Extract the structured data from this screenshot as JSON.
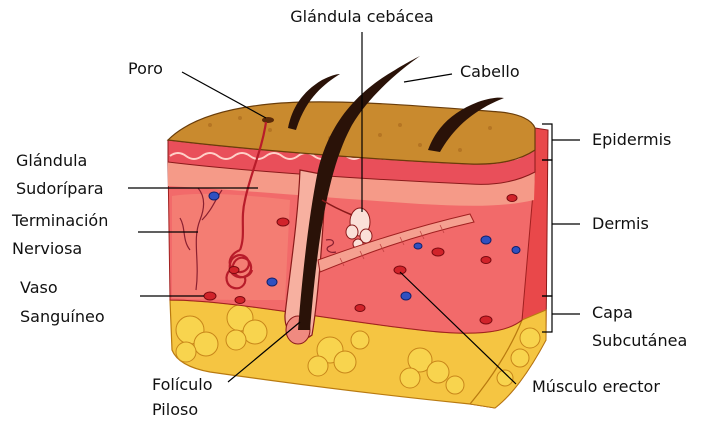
{
  "labels": {
    "glandula_cebacea": "Glándula cebácea",
    "poro": "Poro",
    "cabello": "Cabello",
    "glandula_sudoripara_1": "Glándula",
    "glandula_sudoripara_2": "Sudorípara",
    "terminacion_nerviosa_1": "Terminación",
    "terminacion_nerviosa_2": "Nerviosa",
    "vaso_sanguineo_1": "Vaso",
    "vaso_sanguineo_2": "Sanguíneo",
    "foliculo_piloso_1": "Folículo",
    "foliculo_piloso_2": "Piloso",
    "musculo_erector": "Músculo erector",
    "epidermis": "Epidermis",
    "dermis": "Dermis",
    "capa_subcutanea_1": "Capa",
    "capa_subcutanea_2": "Subcutánea"
  },
  "colors": {
    "epidermis_top": "#c98a2e",
    "dermis": "#f26a6a",
    "dermis_light": "#f7a08a",
    "fat": "#f5c542",
    "fat_dark": "#d89a1a",
    "blood_red": "#d1232a",
    "blood_blue": "#3050c0",
    "hair": "#2a1208"
  }
}
